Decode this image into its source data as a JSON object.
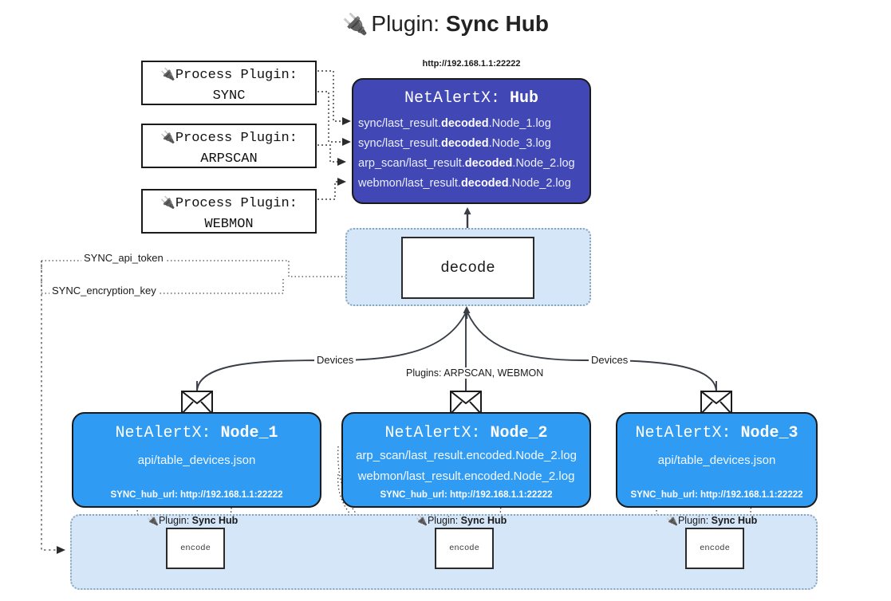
{
  "title": {
    "icon": "plug-icon",
    "prefix": "Plugin:",
    "name": "Sync Hub"
  },
  "process_plugins": [
    {
      "icon": "plug-icon",
      "line1": "Process Plugin:",
      "line2": "SYNC"
    },
    {
      "icon": "plug-icon",
      "line1": "Process Plugin:",
      "line2": "ARPSCAN"
    },
    {
      "icon": "plug-icon",
      "line1": "Process Plugin:",
      "line2": "WEBMON"
    }
  ],
  "hub": {
    "url": "http://192.168.1.1:22222",
    "title_prefix": "NetAlertX:",
    "title_name": "Hub",
    "logs": [
      {
        "pre": "sync/last_result.",
        "mid": "decoded",
        "post": ".Node_1.log"
      },
      {
        "pre": "sync/last_result.",
        "mid": "decoded",
        "post": ".Node_3.log"
      },
      {
        "pre": "arp_scan/last_result.",
        "mid": "decoded",
        "post": ".Node_2.log"
      },
      {
        "pre": "webmon/last_result.",
        "mid": "decoded",
        "post": ".Node_2.log"
      }
    ]
  },
  "decode": {
    "label": "decode"
  },
  "secrets": {
    "api_token": "SYNC_api_token",
    "encryption_key": "SYNC_encryption_key"
  },
  "edge_labels": {
    "devices_left": "Devices",
    "devices_right": "Devices",
    "plugins_center": "Plugins: ARPSCAN, WEBMON"
  },
  "nodes": [
    {
      "icon": "envelope-icon",
      "title_prefix": "NetAlertX:",
      "title_name": "Node_1",
      "lines": [
        "api/table_devices.json"
      ],
      "footer": "SYNC_hub_url: http://192.168.1.1:22222"
    },
    {
      "icon": "envelope-icon",
      "title_prefix": "NetAlertX:",
      "title_name": "Node_2",
      "lines": [
        "arp_scan/last_result.encoded.Node_2.log",
        "webmon/last_result.encoded.Node_2.log"
      ],
      "footer": "SYNC_hub_url: http://192.168.1.1:22222"
    },
    {
      "icon": "envelope-icon",
      "title_prefix": "NetAlertX:",
      "title_name": "Node_3",
      "lines": [
        "api/table_devices.json"
      ],
      "footer": "SYNC_hub_url: http://192.168.1.1:22222"
    }
  ],
  "encoders": [
    {
      "icon": "plug-icon",
      "label_prefix": "Plugin:",
      "label_name": "Sync Hub",
      "box": "encode"
    },
    {
      "icon": "plug-icon",
      "label_prefix": "Plugin:",
      "label_name": "Sync Hub",
      "box": "encode"
    },
    {
      "icon": "plug-icon",
      "label_prefix": "Plugin:",
      "label_name": "Sync Hub",
      "box": "encode"
    }
  ],
  "colors": {
    "hub_blue": "#4147b5",
    "node_blue": "#2f9bf3",
    "container_blue": "#d4e6f8",
    "container_border": "#8aa6bd",
    "stroke": "#1a1a1a"
  }
}
